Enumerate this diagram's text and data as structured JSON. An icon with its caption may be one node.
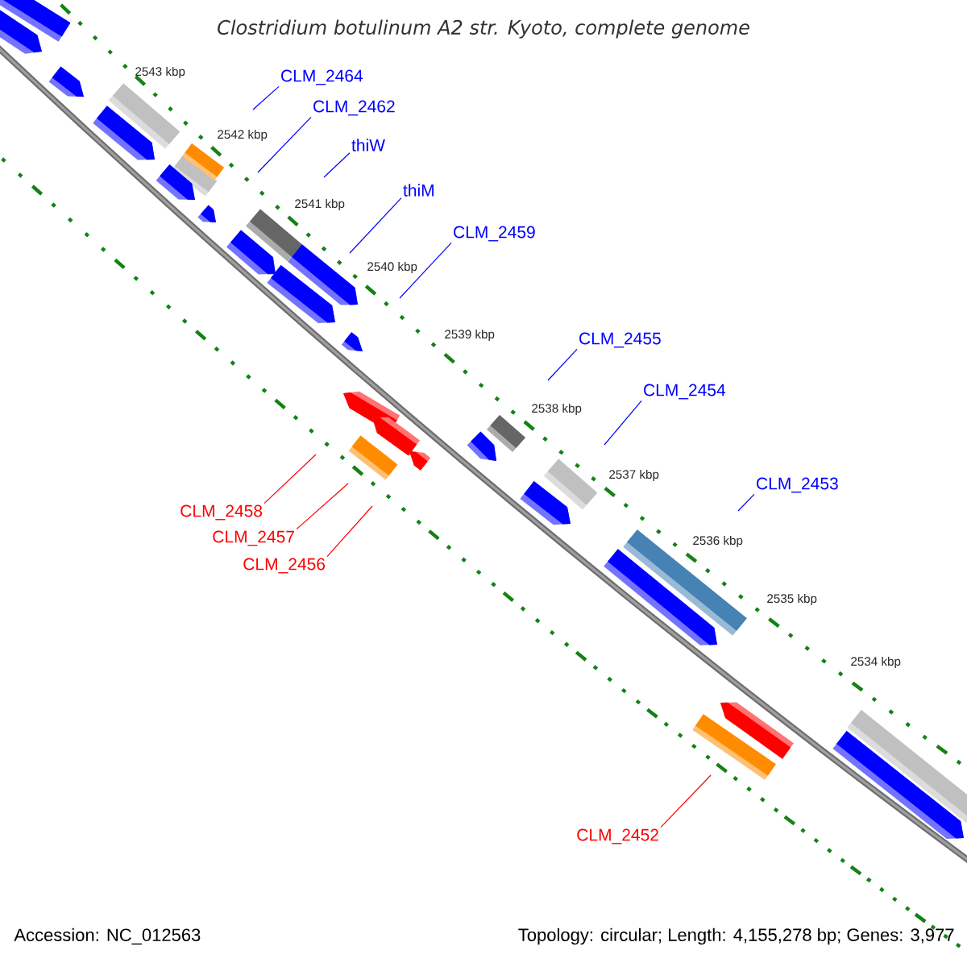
{
  "diagram": {
    "title": "Clostridium botulinum A2 str. Kyoto, complete genome",
    "nodes": [
      {
        "text": [
          "CLM_2464"
        ]
      },
      {
        "text": [
          "CLM_2462"
        ]
      },
      {
        "text": [
          "thiW"
        ]
      },
      {
        "text": [
          "thiM"
        ]
      },
      {
        "text": [
          "CLM_2459"
        ]
      },
      {
        "text": [
          "CLM_2455"
        ]
      },
      {
        "text": [
          "CLM_2454"
        ]
      },
      {
        "text": [
          "CLM_2453"
        ]
      },
      {
        "text": [
          "CLM_2458"
        ]
      },
      {
        "text": [
          "CLM_2457"
        ]
      },
      {
        "text": [
          "CLM_2456"
        ]
      },
      {
        "text": [
          "CLM_2452"
        ]
      }
    ],
    "edges": [
      {
        "from": 0,
        "to": null,
        "arrow": "none"
      },
      {
        "from": 1,
        "to": null,
        "arrow": "none"
      },
      {
        "from": 2,
        "to": null,
        "arrow": "none"
      },
      {
        "from": 3,
        "to": null,
        "arrow": "none"
      },
      {
        "from": 4,
        "to": null,
        "arrow": "none"
      },
      {
        "from": 5,
        "to": null,
        "arrow": "none"
      },
      {
        "from": 6,
        "to": null,
        "arrow": "none"
      },
      {
        "from": 7,
        "to": null,
        "arrow": "none"
      },
      {
        "from": 8,
        "to": null,
        "arrow": "none",
        "color": "#ff0000"
      },
      {
        "from": 9,
        "to": null,
        "arrow": "none",
        "color": "#ff0000"
      },
      {
        "from": 10,
        "to": null,
        "arrow": "none",
        "color": "#ff0000"
      },
      {
        "from": 11,
        "to": null,
        "arrow": "none",
        "color": "#ff0000"
      }
    ],
    "labels": [
      "2543 kbp",
      "2542 kbp",
      "2541 kbp",
      "2540 kbp",
      "2539 kbp",
      "2538 kbp",
      "2537 kbp",
      "2536 kbp",
      "2535 kbp",
      "2534 kbp",
      "Accession: NC_012563",
      "Topology: circular; Length: 4,155,278 bp; Genes: 3,977"
    ]
  }
}
